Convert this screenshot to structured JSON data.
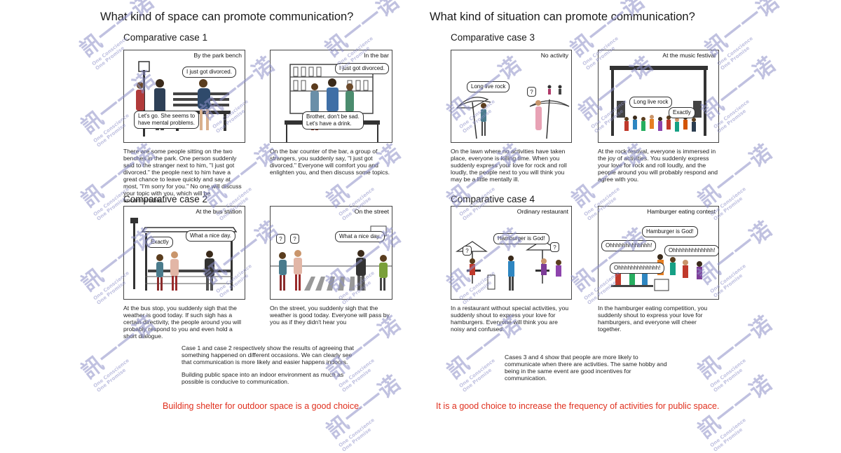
{
  "left": {
    "heading": "What kind of space can promote communication?",
    "case1": {
      "title": "Comparative case 1",
      "panel_a": {
        "label": "By the park bench",
        "bubble1": "I just got divorced.",
        "bubble2_line1": "Let's go. She seems to",
        "bubble2_line2": "have mental problems.",
        "desc": "There are some people sitting on the two benches in the park. One person suddenly said to the stranger next to him, \"I just got divorced.\" the people next to him have a great chance to leave quickly and say at most, \"I'm sorry for you.\" No one will discuss your topic with you, which will be uncomfortable."
      },
      "panel_b": {
        "label": "In the bar",
        "bubble1": "I just got divorced.",
        "bubble2_line1": "Brother, don't be sad.",
        "bubble2_line2": "Let's have a drink.",
        "desc": "On the bar counter of the bar, a group of strangers, you suddenly say, \"I just got divorced.\" Everyone will comfort you and enlighten you, and then discuss some topics."
      }
    },
    "case2": {
      "title": "Comparative case 2",
      "panel_a": {
        "label": "At the bus station",
        "bubble1": "What a nice day.",
        "bubble2": "Exactly",
        "desc": "At the bus stop, you suddenly sigh that the weather is good today. If such sigh has a certain directivity, the people around you will probably respond to you and even hold a short dialogue."
      },
      "panel_b": {
        "label": "On the street",
        "bubble1": "What a nice day.",
        "q1": "?",
        "q2": "?",
        "desc": "On the street, you suddenly sigh that the weather is good today. Everyone will pass by you as if they didn't hear you"
      }
    },
    "note1": "Case 1 and case 2 respectively show the results of agreeing that something happened on different occasions. We can clearly see that communication is more likely and easier happens indoors.",
    "note2": "Building public space into an indoor environment as much as possible is conducive to communication.",
    "conclusion": "Building shelter for outdoor space is a good choice."
  },
  "right": {
    "heading": "What kind of situation can promote communication?",
    "case3": {
      "title": "Comparative case 3",
      "panel_a": {
        "label": "No activity",
        "bubble1": "Long live rock",
        "q1": "?",
        "desc": "On the lawn where no activities have taken place, everyone is killing time. When you suddenly express your love for rock and roll loudly, the people next to you will think you may be a little mentally ill."
      },
      "panel_b": {
        "label": "At the music festival",
        "bubble1": "Long live rock",
        "bubble2": "Exactly",
        "desc": "At the rock festival, everyone is immersed in the joy of activities. You suddenly express your love for rock and roll loudly, and the people around you will probably respond and agree with you."
      }
    },
    "case4": {
      "title": "Comparative case 4",
      "panel_a": {
        "label": "Ordinary restaurant",
        "bubble1": "Hamburger is God!",
        "q1": "?",
        "q2": "?",
        "desc": "In a restaurant without special activities, you suddenly shout to express your love for hamburgers. Everyone will think you are noisy and confused."
      },
      "panel_b": {
        "label": "Hamburger eating contest",
        "bubble1": "Hamburger is God!",
        "bubble2": "Ohhhhhhhhhhhhh!",
        "bubble3": "Ohhhhhhhhhhhhh!",
        "bubble4": "Ohhhhhhhhhhhhh!",
        "desc": "In the hamburger eating competition, you suddenly shout to express your love for hamburgers, and everyone will cheer together."
      }
    },
    "note": "Cases 3 and 4 show that people are more likely to communicate when there are activities. The same hobby and being in the same event are good incentives for communication.",
    "conclusion": "It is a good choice to increase the frequency of activities for public space."
  },
  "watermark": {
    "glyphs": "訊一一诺",
    "line1": "One Conscience",
    "line2": "One Promise"
  },
  "colors": {
    "conclusion": "#e0301e",
    "watermark": "#8d90c8"
  }
}
